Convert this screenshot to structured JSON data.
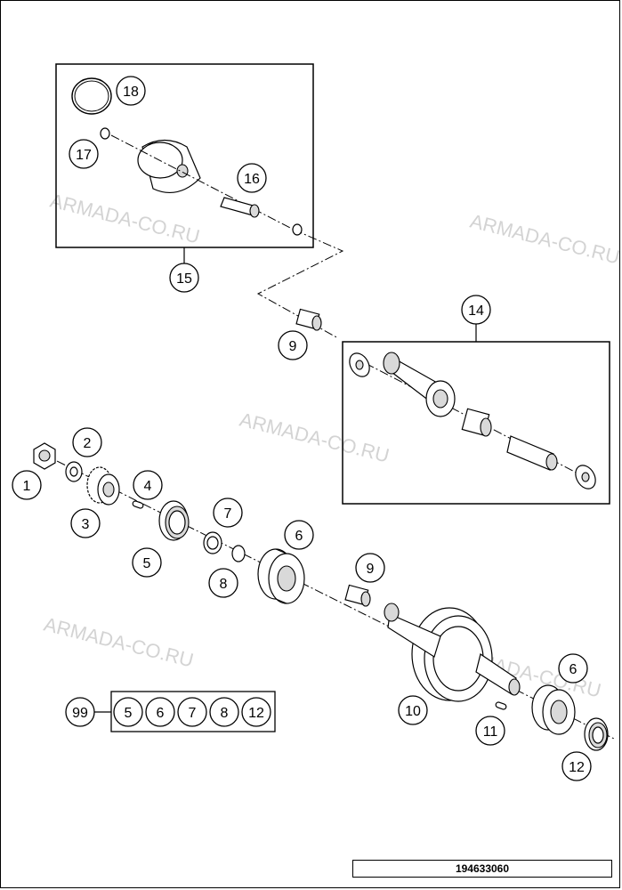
{
  "callouts": {
    "c1": "1",
    "c2": "2",
    "c3": "3",
    "c4": "4",
    "c5": "5",
    "c6": "6",
    "c6b": "6",
    "c7": "7",
    "c8": "8",
    "c9": "9",
    "c9b": "9",
    "c10": "10",
    "c11": "11",
    "c12": "12",
    "c14": "14",
    "c15": "15",
    "c16": "16",
    "c17": "17",
    "c18": "18"
  },
  "kit": {
    "label": "99",
    "items": [
      "5",
      "6",
      "7",
      "8",
      "12"
    ]
  },
  "watermark": "ARMADA-CO.RU",
  "drawing_number": "194633060",
  "colors": {
    "line": "#000000",
    "watermark": "#b0b0b0",
    "shade": "#d9d9d9"
  }
}
